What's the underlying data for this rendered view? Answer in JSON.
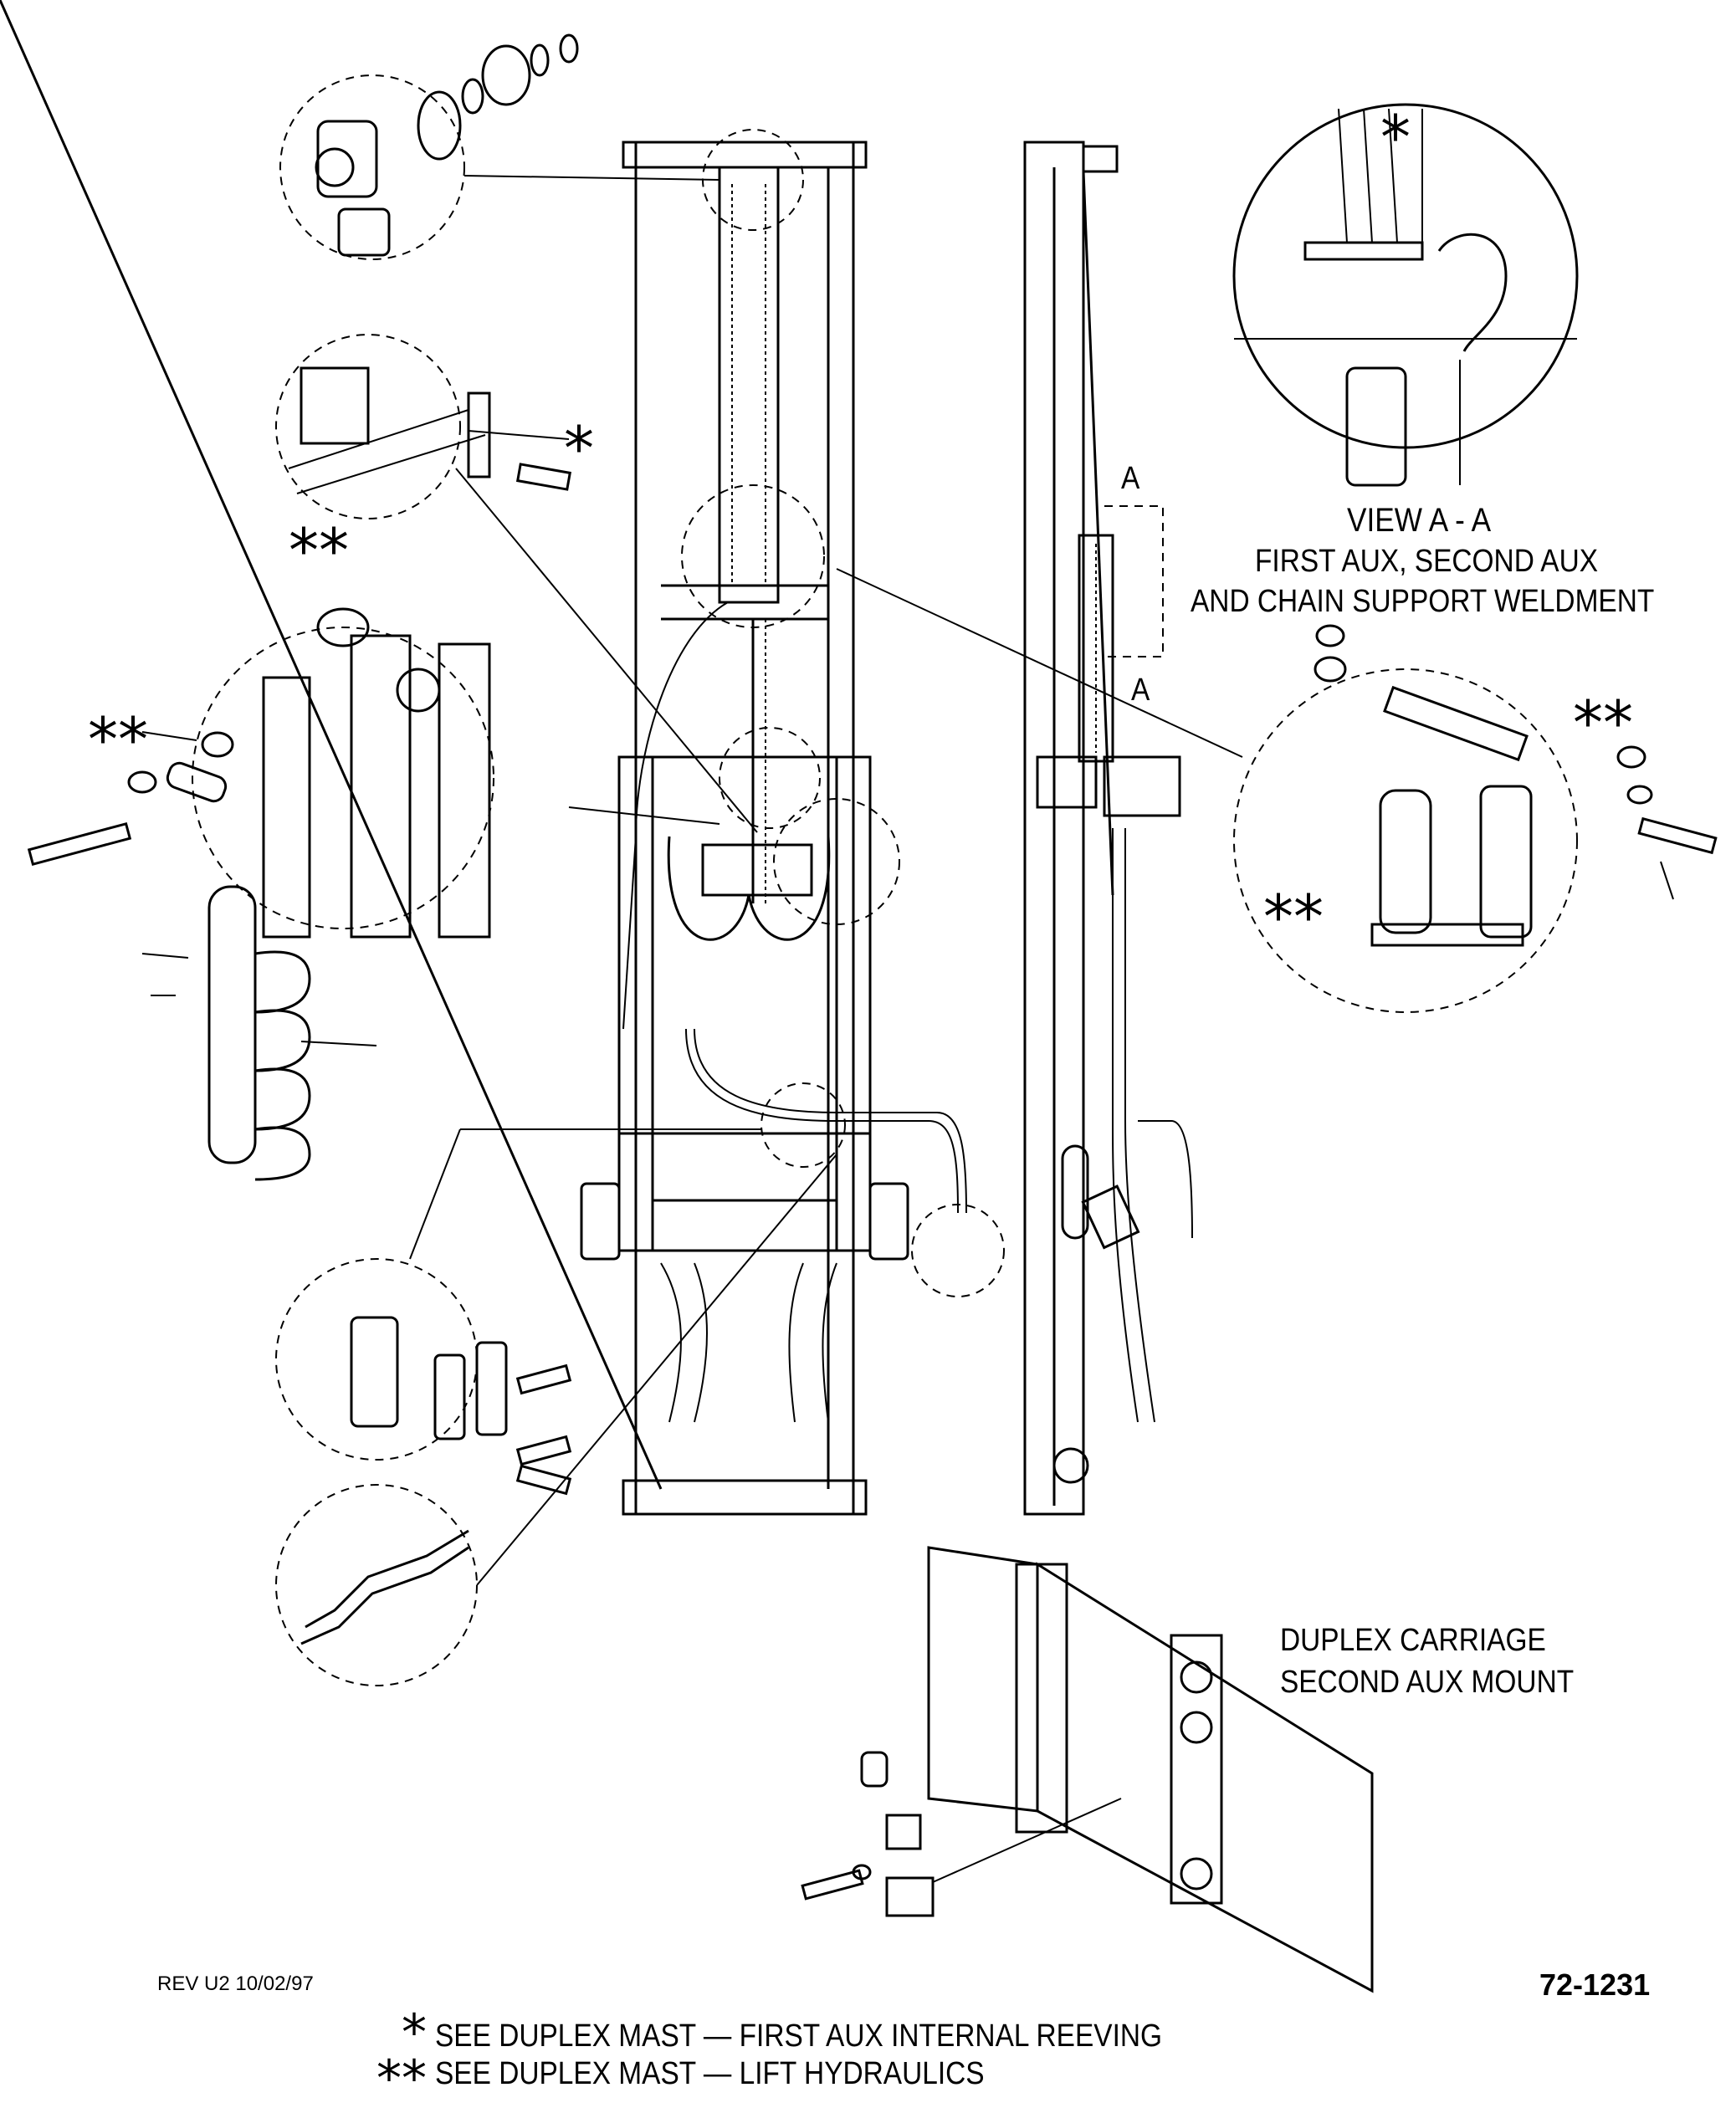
{
  "labels": {
    "section_a_top": "A",
    "section_a_bottom": "A",
    "view_title": "VIEW A - A",
    "view_line2": "FIRST AUX, SECOND AUX",
    "view_line3": "AND CHAIN SUPPORT WELDMENT",
    "carriage_line1": "DUPLEX CARRIAGE",
    "carriage_line2": "SECOND AUX MOUNT",
    "revision": "REV U2 10/02/97",
    "drawing_number": "72-1231"
  },
  "markers": {
    "single": "*",
    "double": "**"
  },
  "notes": [
    {
      "symbol": "*",
      "text": "SEE DUPLEX MAST — FIRST AUX INTERNAL REEVING"
    },
    {
      "symbol": "**",
      "text": "SEE DUPLEX MAST — LIFT HYDRAULICS"
    }
  ],
  "colors": {
    "ink": "#000000",
    "paper": "#ffffff"
  }
}
